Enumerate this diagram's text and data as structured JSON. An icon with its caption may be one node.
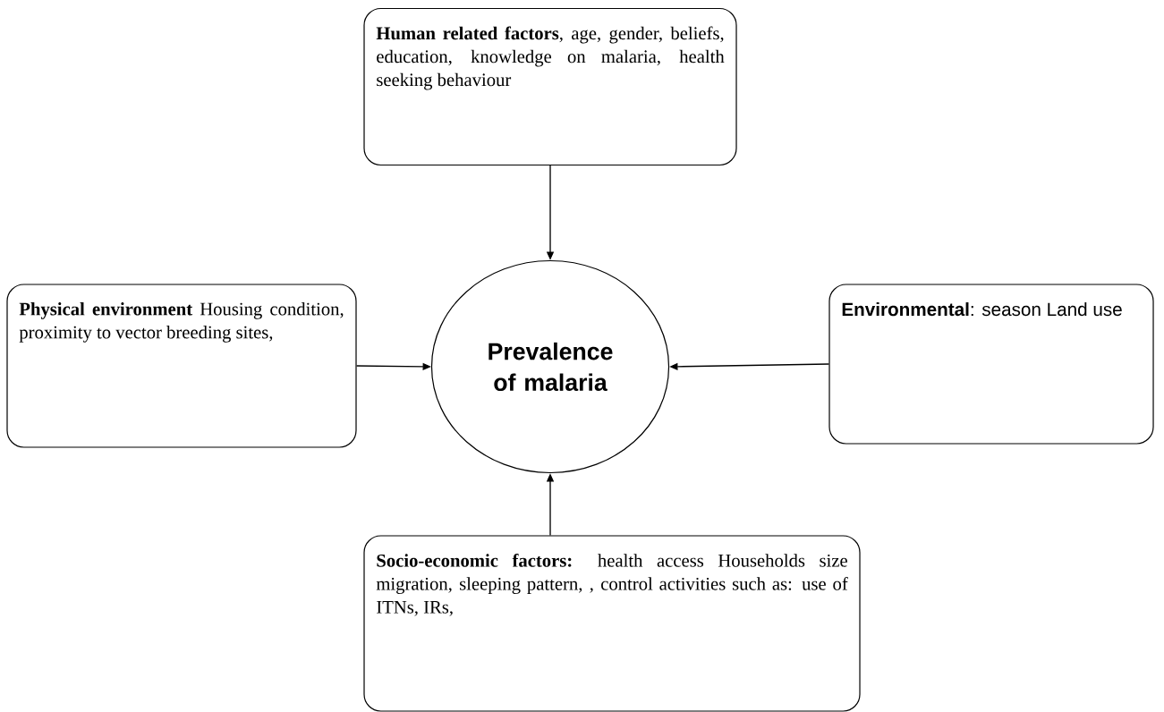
{
  "diagram": {
    "nodes": [
      {
        "text": [
          "**Human related factors**, age, gender, beliefs, education, knowledge on malaria, health seeking behaviour"
        ]
      },
      {
        "text": [
          "**Physical environment** Housing condition, proximity to vector breeding sites,"
        ]
      },
      {
        "text": [
          "Prevalence of malaria"
        ]
      },
      {
        "text": [
          "**Environmental**: season Land use"
        ]
      },
      {
        "text": [
          "**Socio-economic factors:** health access Households size migration, sleeping pattern, , control activities such as: use of ITNs, IRs,"
        ]
      }
    ],
    "edges": [
      {
        "from": 0,
        "to": 2,
        "arrow": "to"
      },
      {
        "from": 1,
        "to": 2,
        "arrow": "to"
      },
      {
        "from": 3,
        "to": 2,
        "arrow": "to"
      },
      {
        "from": 4,
        "to": 2,
        "arrow": "to"
      }
    ]
  }
}
